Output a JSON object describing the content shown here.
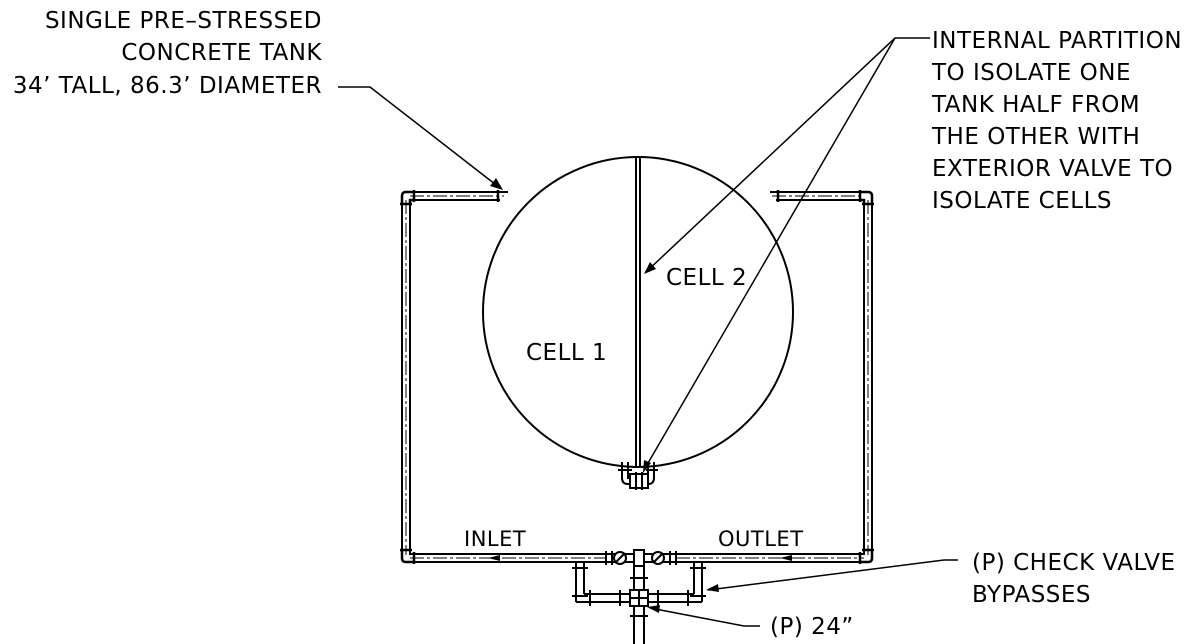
{
  "labels": {
    "tank_line1": "SINGLE PRE–STRESSED",
    "tank_line2": "CONCRETE TANK",
    "tank_line3": "34’ TALL, 86.3’ DIAMETER",
    "partition_line1": "INTERNAL PARTITION",
    "partition_line2": "TO ISOLATE ONE",
    "partition_line3": "TANK HALF FROM",
    "partition_line4": "THE OTHER WITH",
    "partition_line5": "EXTERIOR VALVE TO",
    "partition_line6": "ISOLATE CELLS",
    "cell1": "CELL 1",
    "cell2": "CELL 2",
    "inlet": "INLET",
    "outlet": "OUTLET",
    "bypass_line1": "(P) CHECK VALVE",
    "bypass_line2": "BYPASSES",
    "pipe_size": "(P) 24”"
  }
}
